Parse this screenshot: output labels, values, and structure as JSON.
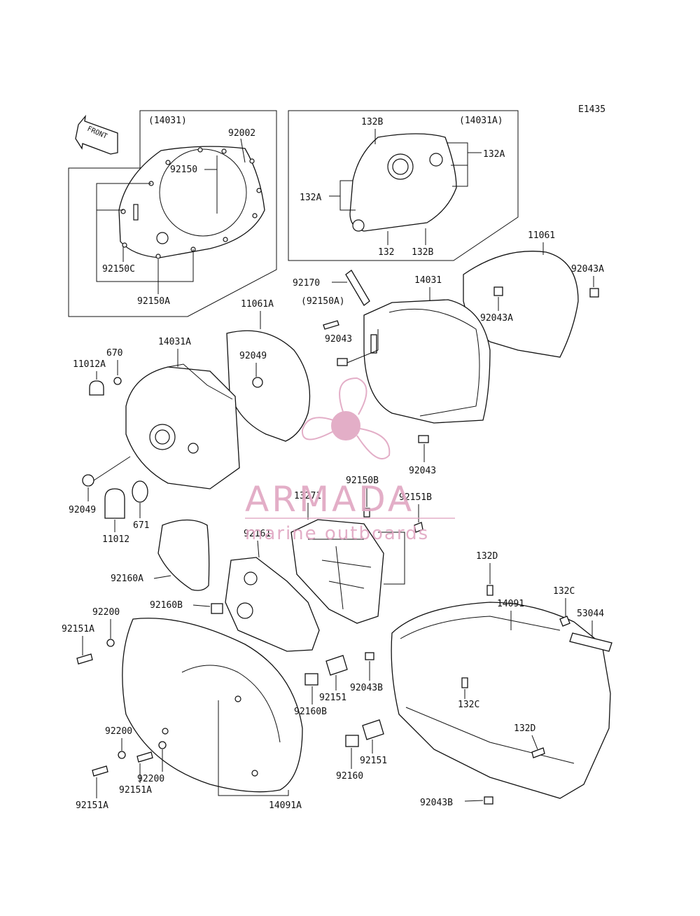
{
  "diagram_code": "E1435",
  "front_label": "FRONT",
  "boxes": {
    "left_header": "(14031)",
    "right_header": "(14031A)"
  },
  "labels": {
    "p92002": "92002",
    "p92150": "92150",
    "p92150C": "92150C",
    "p92150A_box": "92150A",
    "p132B_top": "132B",
    "p132A_right": "132A",
    "p132A_left": "132A",
    "p132": "132",
    "p132B_bottom": "132B",
    "p11061": "11061",
    "p92043A_1": "92043A",
    "p92043A_2": "92043A",
    "p92170": "92170",
    "p92150A_paren": "(92150A)",
    "p14031": "14031",
    "p92043_upper": "92043",
    "p11061A": "11061A",
    "p92049_upper": "92049",
    "p14031A": "14031A",
    "p670": "670",
    "p11012A": "11012A",
    "p92043_lower": "92043",
    "p92150B": "92150B",
    "p92151B": "92151B",
    "p13271": "13271",
    "p92049_lower": "92049",
    "p671": "671",
    "p11012": "11012",
    "p92161": "92161",
    "p92160A": "92160A",
    "p132D_top": "132D",
    "p14091": "14091",
    "p132C_top": "132C",
    "p53044": "53044",
    "p92200_top": "92200",
    "p92160B_top": "92160B",
    "p92151A_top": "92151A",
    "p92151_upper": "92151",
    "p92043B_upper": "92043B",
    "p132C_mid": "132C",
    "p92160B_mid": "92160B",
    "p132D_lower": "132D",
    "p92200_mid": "92200",
    "p92151_lower": "92151",
    "p92200_low": "92200",
    "p92151A_mid": "92151A",
    "p92160": "92160",
    "p92151A_bottom": "92151A",
    "p14091A": "14091A",
    "p92043B_lower": "92043B"
  },
  "watermark": {
    "brand": "ARMADA",
    "tagline": "marine outboards",
    "color": "#e0a6c2"
  }
}
